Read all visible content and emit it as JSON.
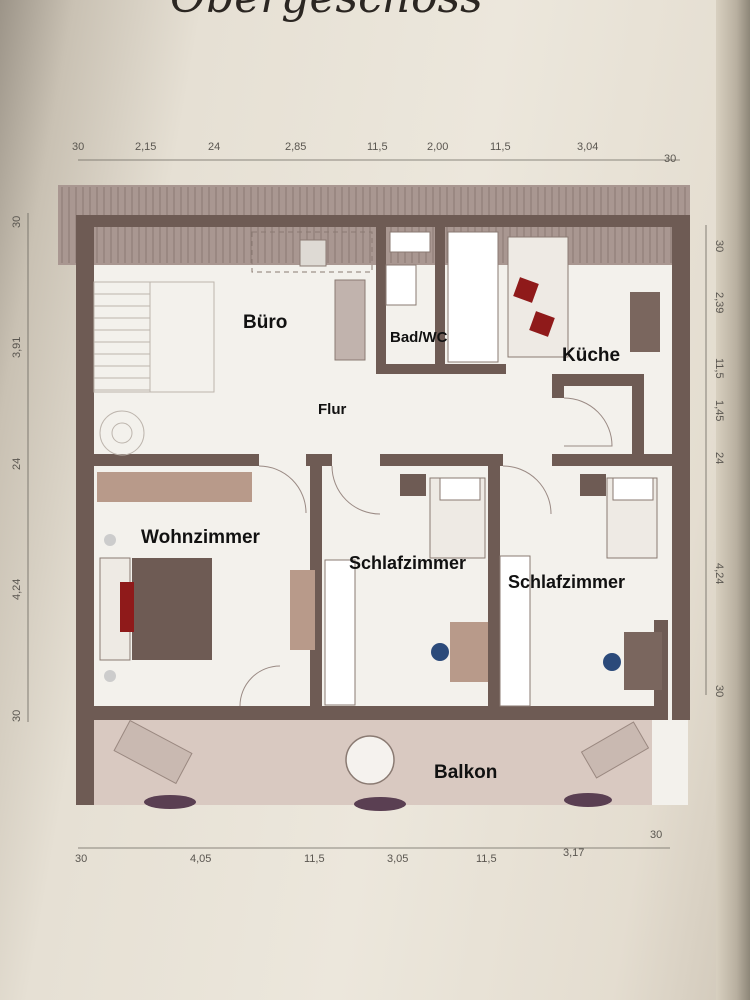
{
  "header": {
    "title_script": "Obergeschoss"
  },
  "dimensions": {
    "top": [
      "30",
      "2,15",
      "24",
      "2,85",
      "11,5",
      "2,00",
      "11,5",
      "3,04",
      "30"
    ],
    "left": [
      "30",
      "3,91",
      "24",
      "4,24",
      "30"
    ],
    "right": [
      "30",
      "2,39",
      "11,5",
      "1,45",
      "24",
      "4,24",
      "30"
    ],
    "bottom": [
      "30",
      "4,05",
      "11,5",
      "3,05",
      "11,5",
      "3,17",
      "30"
    ]
  },
  "rooms": {
    "buero": "Büro",
    "bad": "Bad/WC",
    "kueche": "Küche",
    "flur": "Flur",
    "wohnzimmer": "Wohnzimmer",
    "schlafzimmer1": "Schlafzimmer",
    "schlafzimmer2": "Schlafzimmer",
    "balkon": "Balkon"
  },
  "colors": {
    "wall": "#6e5b54",
    "floor": "#f3f1ec",
    "roof": "#9a8a84",
    "balcony": "#d8c8c0",
    "wood": "#b89a8a",
    "accent_red": "#8f1a1a"
  }
}
